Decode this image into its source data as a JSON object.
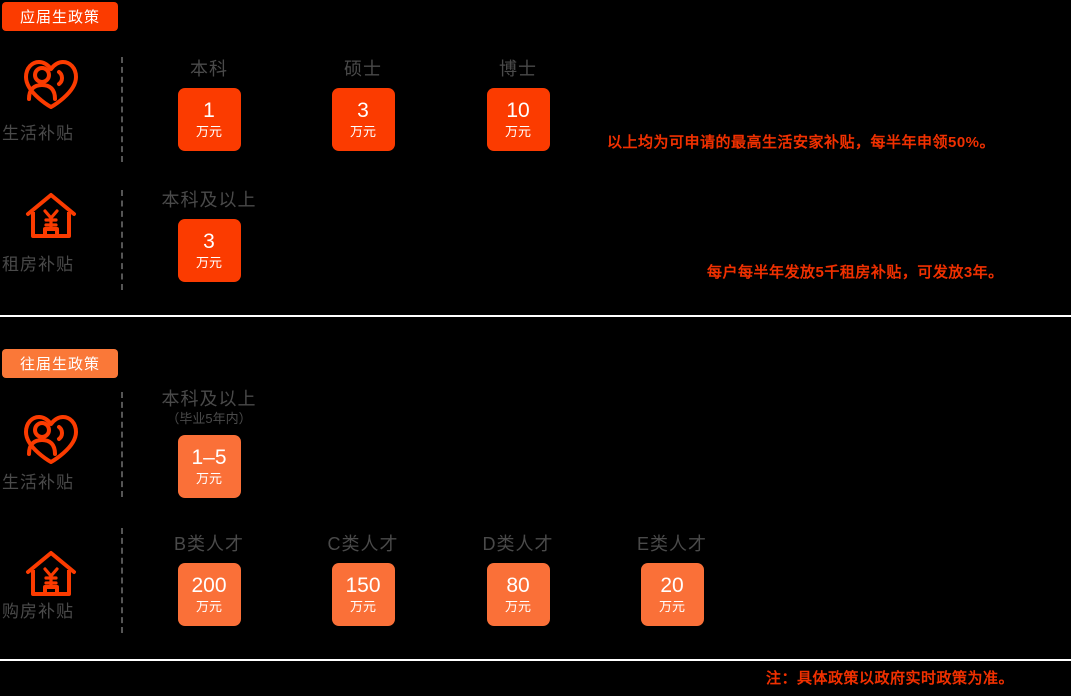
{
  "colors": {
    "background": "#000000",
    "accent_strong": "#FB3B00",
    "accent_soft": "#FA7038",
    "badge_former": "#FA7838",
    "label_gray": "#4a4a4a",
    "note_red": "#F03000",
    "divider": "#ffffff",
    "dash": "#555555"
  },
  "sections": [
    {
      "badge": "应届生政策",
      "rows": [
        {
          "icon": "person-in-heart-icon",
          "label": "生活补贴",
          "columns": [
            {
              "title": "本科",
              "sub": "",
              "amount": "1",
              "unit": "万元",
              "tone": "strong"
            },
            {
              "title": "硕士",
              "sub": "",
              "amount": "3",
              "unit": "万元",
              "tone": "strong"
            },
            {
              "title": "博士",
              "sub": "",
              "amount": "10",
              "unit": "万元",
              "tone": "strong"
            }
          ],
          "note": "以上均为可申请的最高生活安家补贴，每半年申领50%。"
        },
        {
          "icon": "house-yuan-icon",
          "label": "租房补贴",
          "columns": [
            {
              "title": "本科及以上",
              "sub": "",
              "amount": "3",
              "unit": "万元",
              "tone": "strong"
            }
          ],
          "note": "每户每半年发放5千租房补贴，可发放3年。"
        }
      ]
    },
    {
      "badge": "往届生政策",
      "rows": [
        {
          "icon": "person-in-heart-icon",
          "label": "生活补贴",
          "columns": [
            {
              "title": "本科及以上",
              "sub": "（毕业5年内）",
              "amount": "1–5",
              "unit": "万元",
              "tone": "soft"
            }
          ],
          "note": ""
        },
        {
          "icon": "house-yuan-icon",
          "label": "购房补贴",
          "columns": [
            {
              "title": "B类人才",
              "sub": "",
              "amount": "200",
              "unit": "万元",
              "tone": "soft"
            },
            {
              "title": "C类人才",
              "sub": "",
              "amount": "150",
              "unit": "万元",
              "tone": "soft"
            },
            {
              "title": "D类人才",
              "sub": "",
              "amount": "80",
              "unit": "万元",
              "tone": "soft"
            },
            {
              "title": "E类人才",
              "sub": "",
              "amount": "20",
              "unit": "万元",
              "tone": "soft"
            }
          ],
          "note": ""
        }
      ]
    }
  ],
  "footer_note": "注：具体政策以政府实时政策为准。"
}
